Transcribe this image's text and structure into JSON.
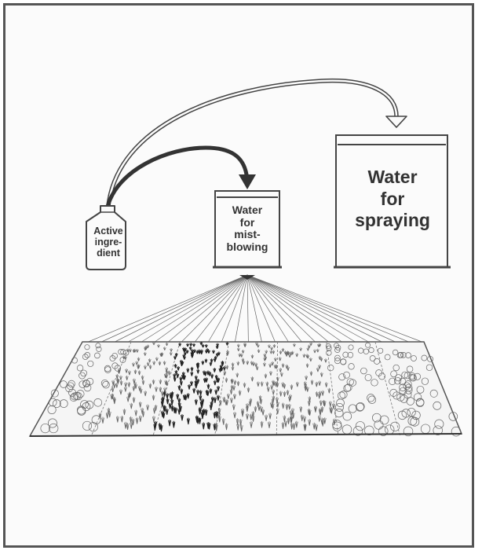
{
  "labels": {
    "active_ingredient": [
      "Active",
      "ingre-",
      "dient"
    ],
    "mistblowing_water": [
      "Water",
      "for",
      "mist-",
      "blowing"
    ],
    "spraying_water": [
      "Water",
      "for",
      "spraying"
    ]
  },
  "colors": {
    "frame": "#555555",
    "ink": "#333333",
    "background": "#fbfbfb"
  }
}
